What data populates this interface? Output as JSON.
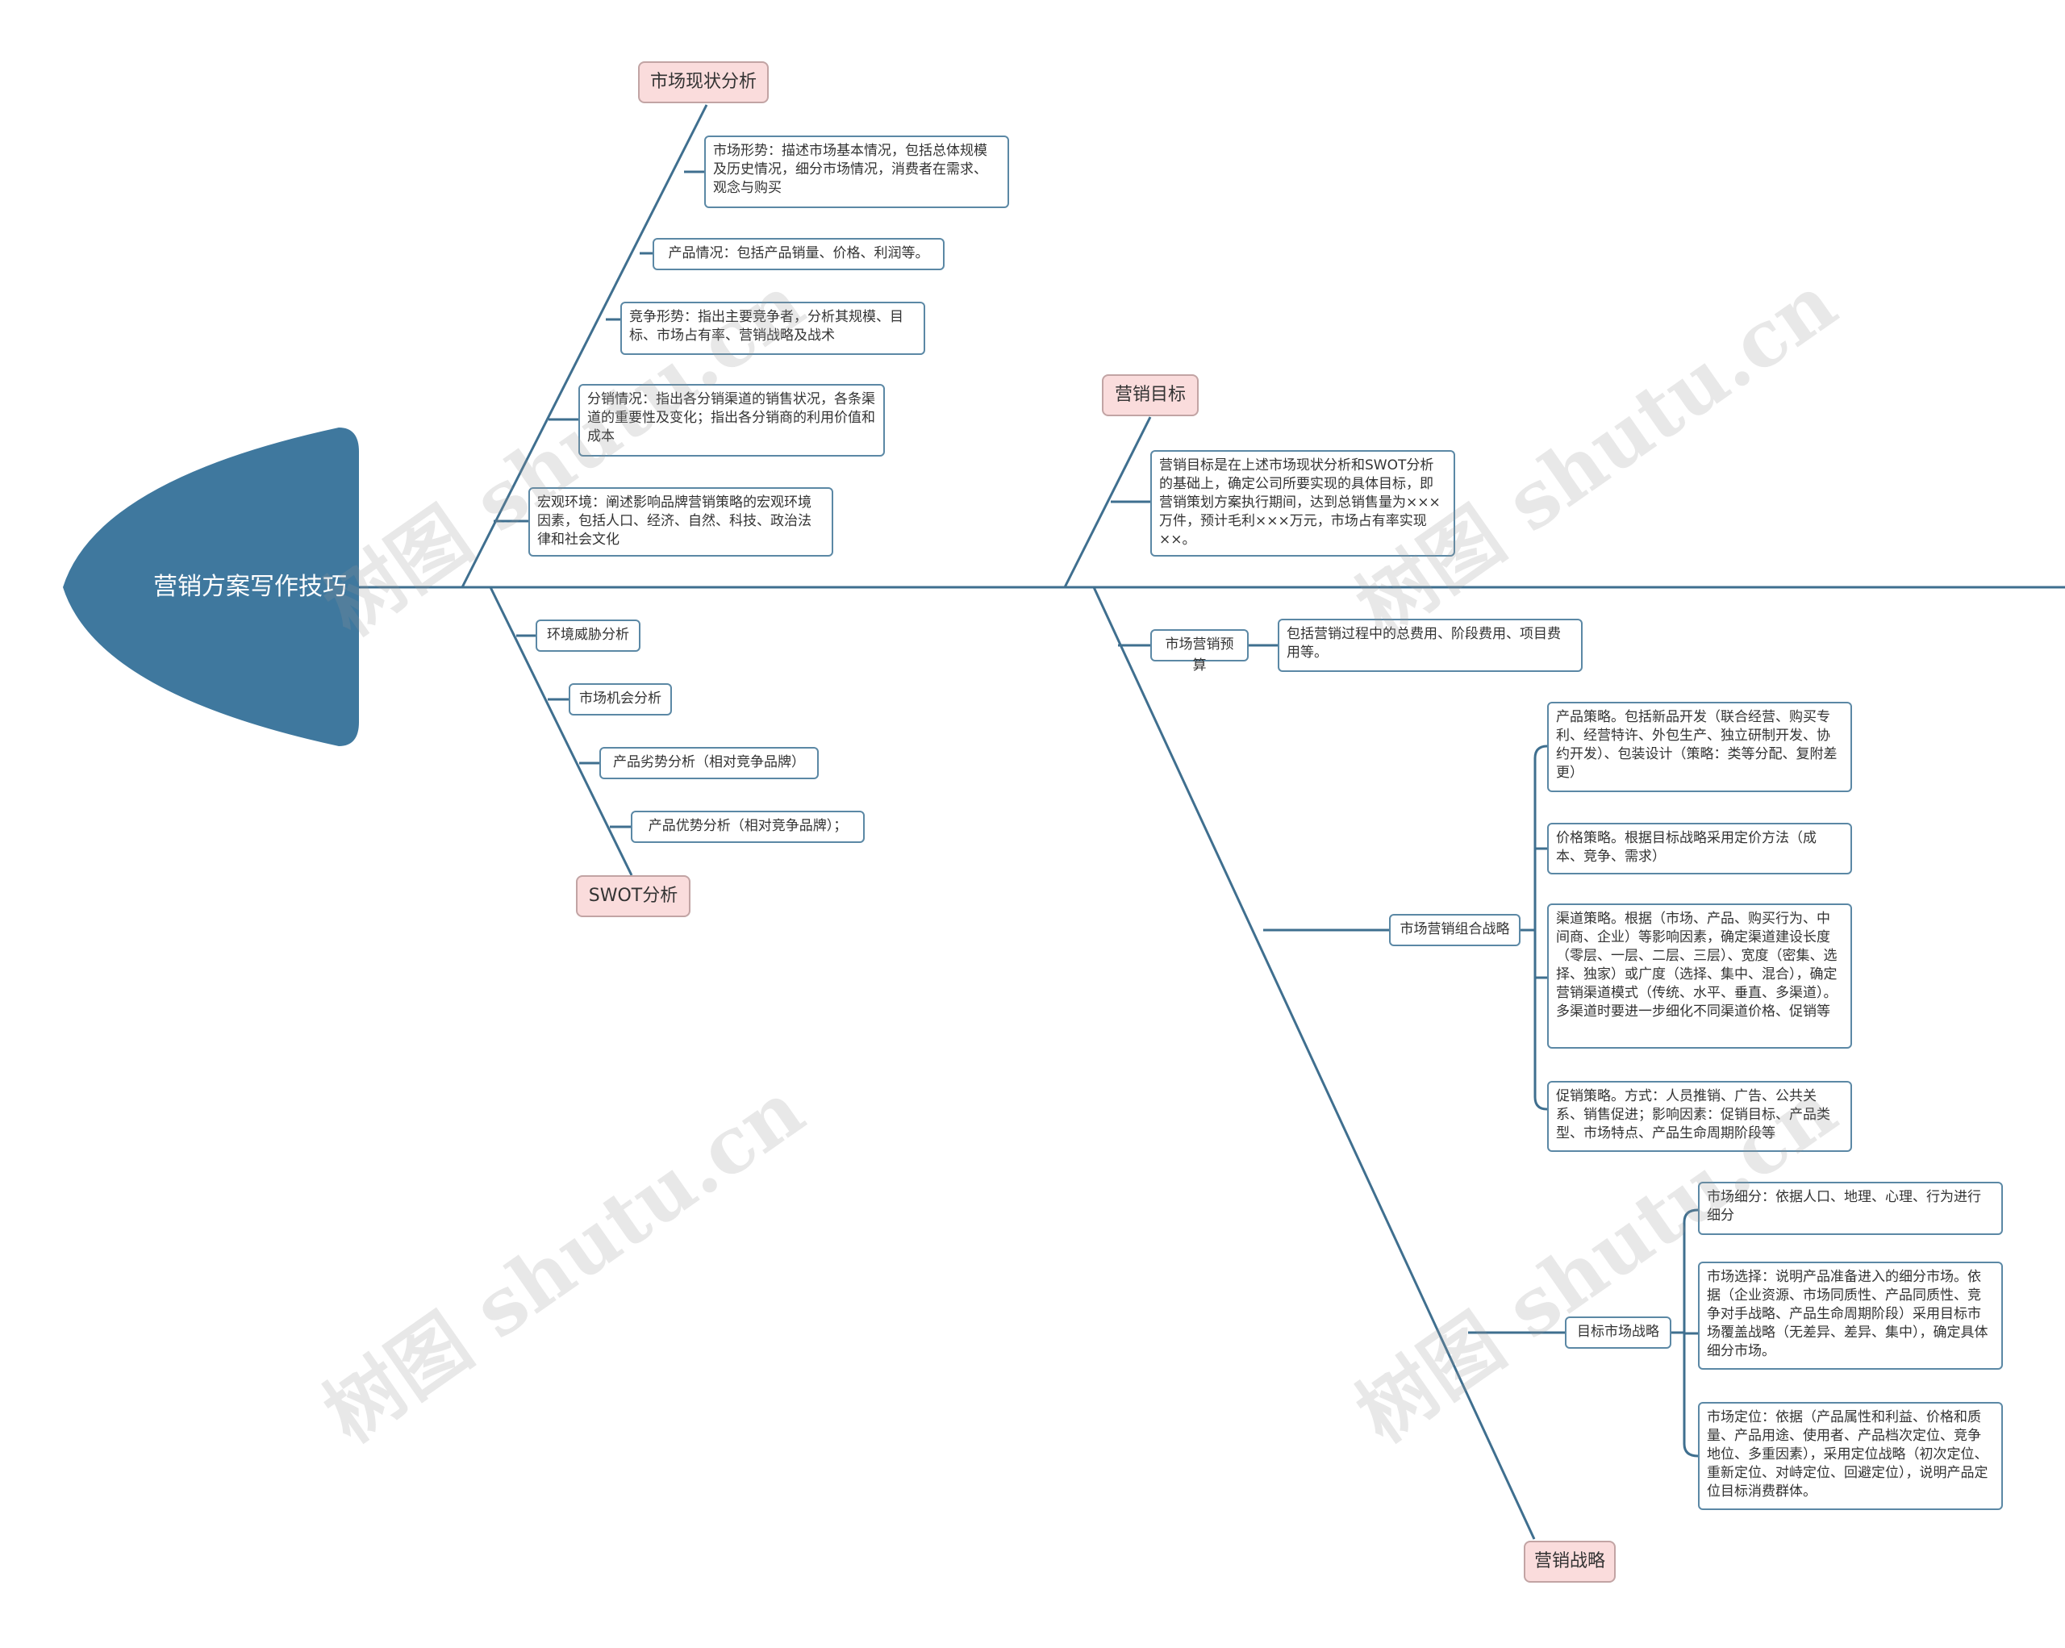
{
  "title": "营销方案写作技巧",
  "categories": {
    "market_status": "市场现状分析",
    "marketing_goal": "营销目标",
    "swot": "SWOT分析",
    "marketing_strategy": "营销战略"
  },
  "market_status_items": [
    "市场形势：描述市场基本情况，包括总体规模及历史情况，细分市场情况，消费者在需求、观念与购买",
    "产品情况：包括产品销量、价格、利润等。",
    "竞争形势：指出主要竞争者，分析其规模、目标、市场占有率、营销战略及战术",
    "分销情况：指出各分销渠道的销售状况，各条渠道的重要性及变化；指出各分销商的利用价值和成本",
    "宏观环境：阐述影响品牌营销策略的宏观环境因素，包括人口、经济、自然、科技、政治法律和社会文化"
  ],
  "marketing_goal_text": "营销目标是在上述市场现状分析和SWOT分析的基础上，确定公司所要实现的具体目标，即营销策划方案执行期间，达到总销售量为×××万件，预计毛利×××万元，市场占有率实现××。",
  "swot_items": [
    "环境威胁分析",
    "市场机会分析",
    "产品劣势分析（相对竞争品牌）",
    "产品优势分析（相对竞争品牌）；"
  ],
  "budget": {
    "label": "市场营销预算",
    "detail": "包括营销过程中的总费用、阶段费用、项目费用等。"
  },
  "mix": {
    "label": "市场营销组合战略",
    "items": [
      "产品策略。包括新品开发（联合经营、购买专利、经营特许、外包生产、独立研制开发、协约开发）、包装设计（策略：类等分配、复附差更）",
      "价格策略。根据目标战略采用定价方法（成本、竞争、需求）",
      "渠道策略。根据（市场、产品、购买行为、中间商、企业）等影响因素，确定渠道建设长度（零层、一层、二层、三层）、宽度（密集、选择、独家）或广度（选择、集中、混合），确定营销渠道模式（传统、水平、垂直、多渠道）。多渠道时要进一步细化不同渠道价格、促销等",
      "促销策略。方式：人员推销、广告、公共关系、销售促进；影响因素：促销目标、产品类型、市场特点、产品生命周期阶段等"
    ]
  },
  "target": {
    "label": "目标市场战略",
    "items": [
      "市场细分：依据人口、地理、心理、行为进行细分",
      "市场选择：说明产品准备进入的细分市场。依据（企业资源、市场同质性、产品同质性、竞争对手战略、产品生命周期阶段）采用目标市场覆盖战略（无差异、差异、集中），确定具体细分市场。",
      "市场定位：依据（产品属性和利益、价格和质量、产品用途、使用者、产品档次定位、竞争地位、多重因素），采用定位战略（初次定位、重新定位、对峙定位、回避定位），说明产品定位目标消费群体。"
    ]
  },
  "watermarks": [
    "树图 shutu.cn",
    "树图 shutu.cn",
    "树图 shutu.cn",
    "树图 shutu.cn"
  ],
  "colors": {
    "head": "#3f789e",
    "line": "#3f6f8f",
    "category_bg": "#fadcdc",
    "node_border": "#5b88a5"
  }
}
